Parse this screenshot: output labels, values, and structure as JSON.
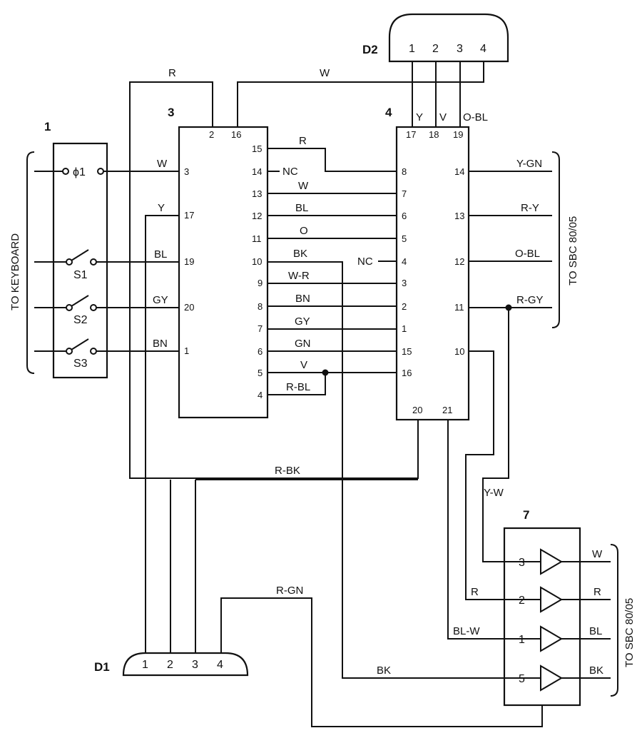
{
  "components": {
    "c1": "1",
    "c3": "3",
    "c4": "4",
    "c7": "7",
    "d1": "D1",
    "d2": "D2"
  },
  "switch_labels": {
    "phi1": "ϕ1",
    "s1": "S1",
    "s2": "S2",
    "s3": "S3"
  },
  "side_labels": {
    "keyboard": "TO KEYBOARD",
    "sbc_top": "TO SBC 80/05",
    "sbc_bottom": "TO SBC 80/05"
  },
  "d2_pins": [
    "1",
    "2",
    "3",
    "4"
  ],
  "d1_pins": [
    "1",
    "2",
    "3",
    "4"
  ],
  "wires": {
    "r_top": "R",
    "w_top": "W",
    "y_d2": "Y",
    "v_d2": "V",
    "obl_d2": "O-BL",
    "w_in": "W",
    "y_in": "Y",
    "bl_in": "BL",
    "gy_in": "GY",
    "bn_in": "BN",
    "r_15_8": "R",
    "nc_14": "NC",
    "w_13_7": "W",
    "bl_12_6": "BL",
    "o_11_5": "O",
    "bk_10": "BK",
    "nc_4": "NC",
    "wr_9_3": "W-R",
    "bn_8_2": "BN",
    "gy_7_1": "GY",
    "gn_6_15": "GN",
    "v_5_16": "V",
    "rbl_4": "R-BL",
    "ygn": "Y-GN",
    "ry": "R-Y",
    "obl_out": "O-BL",
    "rgy": "R-GY",
    "rbk": "R-BK",
    "yw": "Y-W",
    "r_7": "R",
    "blw": "BL-W",
    "rgn": "R-GN",
    "bk_7": "BK",
    "w_out": "W",
    "r_out": "R",
    "bl_out": "BL",
    "bk_out": "BK"
  },
  "ic3_pins": {
    "top": [
      "2",
      "16"
    ],
    "left": [
      "3",
      "17",
      "19",
      "20",
      "1"
    ],
    "right": [
      "15",
      "14",
      "13",
      "12",
      "11",
      "10",
      "9",
      "8",
      "7",
      "6",
      "5",
      "4"
    ]
  },
  "ic4_pins": {
    "top": [
      "17",
      "18",
      "19"
    ],
    "left": [
      "8",
      "7",
      "6",
      "5",
      "4",
      "3",
      "2",
      "1",
      "15",
      "16"
    ],
    "right": [
      "14",
      "13",
      "12",
      "11",
      "10"
    ],
    "bottom": [
      "20",
      "21"
    ]
  },
  "buffer_pins": [
    "3",
    "2",
    "1",
    "5"
  ]
}
